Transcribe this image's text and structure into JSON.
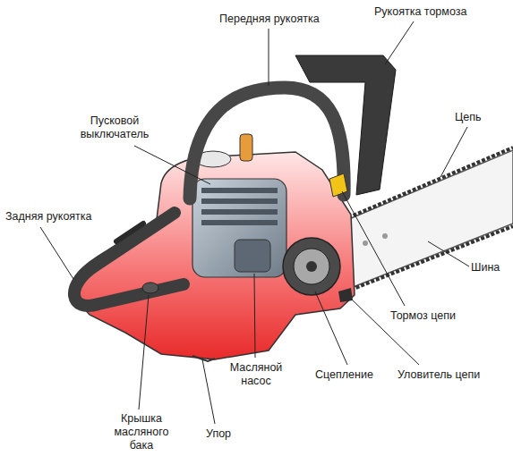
{
  "diagram": {
    "labels": [
      "Передняя рукоятка",
      "Рукоятка тормоза",
      "Пусковой выключатель",
      "Цепь",
      "Задняя рукоятка",
      "Шина",
      "Тормоз цепи",
      "Масляной насос",
      "Сцепление",
      "Уловитель цепи",
      "Крышка масляного бака",
      "Упор"
    ]
  }
}
